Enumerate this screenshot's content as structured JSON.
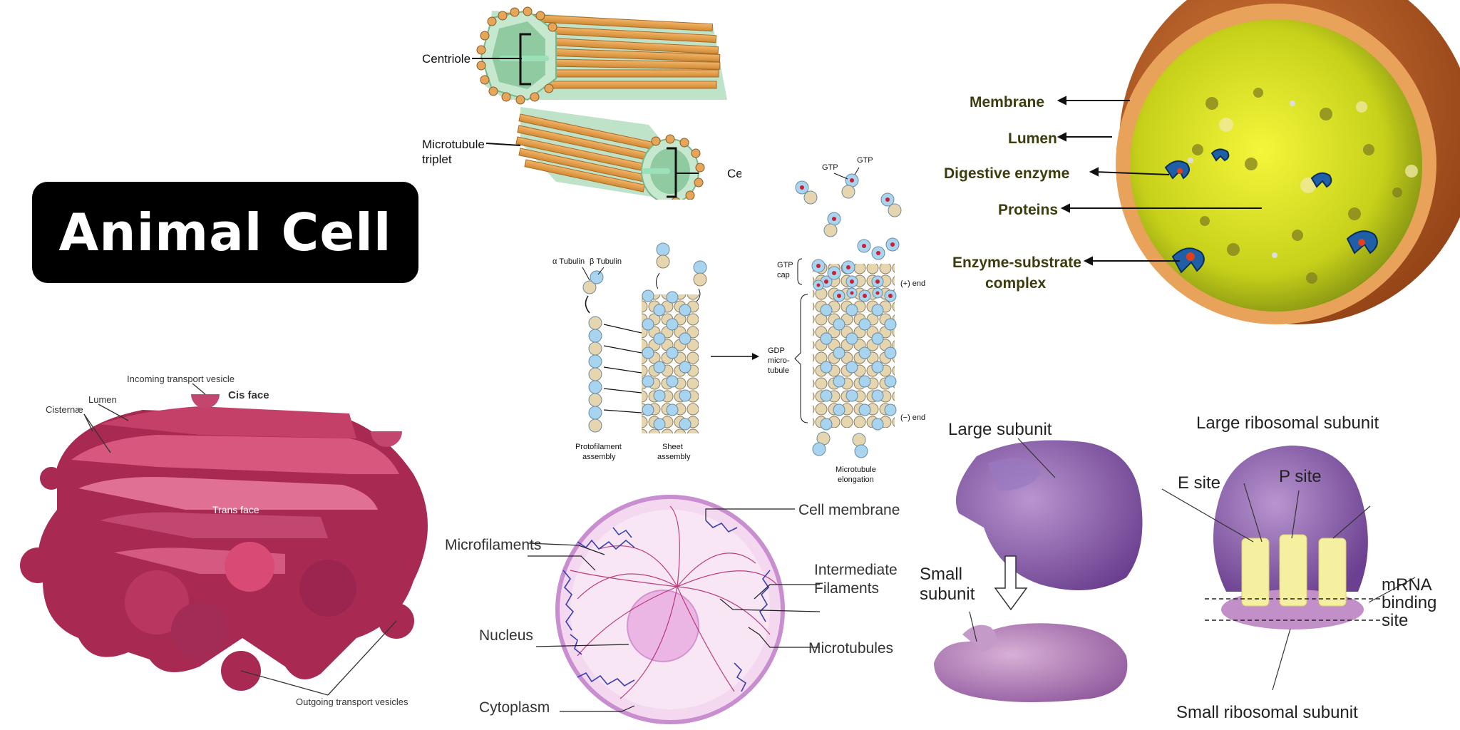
{
  "title": "Animal Cell",
  "centriole": {
    "label_top": "Centriole",
    "label_right": "Centriole",
    "triplet_line1": "Microtubule",
    "triplet_line2": "triplet"
  },
  "microtubule": {
    "alpha": "α Tubulin",
    "beta": "β Tubulin",
    "gtp1": "GTP",
    "gtp2": "GTP",
    "gtp_cap1": "GTP",
    "gtp_cap2": "cap",
    "plus_end": "(+) end",
    "minus_end": "(−) end",
    "gdp1": "GDP",
    "gdp2": "micro-",
    "gdp3": "tubule",
    "proto1": "Protofilament",
    "proto2": "assembly",
    "sheet1": "Sheet",
    "sheet2": "assembly",
    "elong1": "Microtubule",
    "elong2": "elongation"
  },
  "lysosome": {
    "membrane": "Membrane",
    "lumen": "Lumen",
    "digestive": "Digestive enzyme",
    "proteins": "Proteins",
    "complex1": "Enzyme-substrate",
    "complex2": "complex"
  },
  "golgi": {
    "incoming": "Incoming transport vesicle",
    "cis": "Cis face",
    "lumen": "Lumen",
    "cisternae": "Cisternæ",
    "trans": "Trans face",
    "outgoing": "Outgoing transport vesicles"
  },
  "cytoskeleton": {
    "cell_membrane": "Cell membrane",
    "microfilaments": "Microfilaments",
    "intermediate1": "Intermediate",
    "intermediate2": "Filaments",
    "nucleus": "Nucleus",
    "microtubules": "Microtubules",
    "cytoplasm": "Cytoplasm"
  },
  "ribosome": {
    "large_subunit": "Large subunit",
    "small1": "Small",
    "small2": "subunit",
    "large_ribosomal": "Large ribosomal subunit",
    "e_site": "E site",
    "p_site": "P site",
    "mrna1": "mRNA",
    "mrna2": "binding",
    "mrna3": "site",
    "small_ribosomal": "Small ribosomal subunit"
  },
  "colors": {
    "title_bg": "#000000",
    "golgi": "#b8325e",
    "lysosome_outer": "#b65a22",
    "lysosome_inner": "#d9e01a",
    "ribosome": "#8a5aa8",
    "tubulin_alpha": "#e6d6b0",
    "tubulin_beta": "#a8d4ef"
  }
}
